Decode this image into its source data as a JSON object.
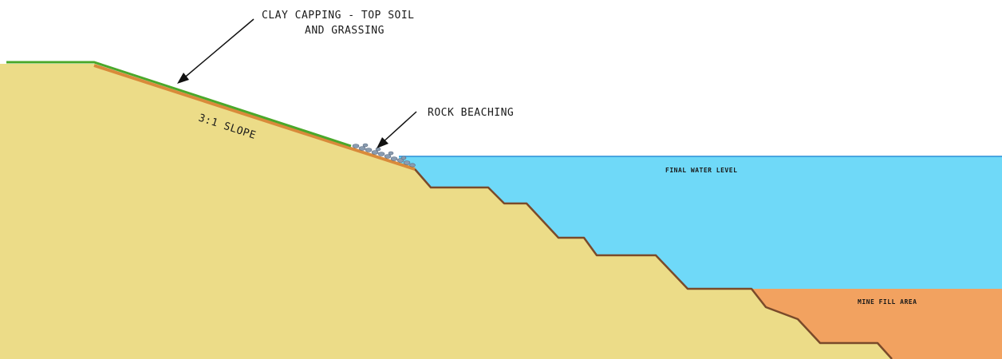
{
  "diagram": {
    "labels": {
      "clay_capping_line1": "CLAY CAPPING - TOP SOIL",
      "clay_capping_line2": "AND GRASSING",
      "rock_beaching": "ROCK BEACHING",
      "slope": "3:1 SLOPE",
      "final_water_level": "FINAL WATER LEVEL",
      "mine_fill_area": "MINE FILL AREA"
    },
    "colors": {
      "ground": "#ecdc88",
      "ground_edge": "#7a4a2a",
      "water": "#6fd9f8",
      "water_line": "#2a8fd8",
      "mine_fill": "#f2a260",
      "clay_capping": "#d98a3a",
      "grass": "#4aa82a",
      "rock": "#8a9cb0"
    }
  }
}
